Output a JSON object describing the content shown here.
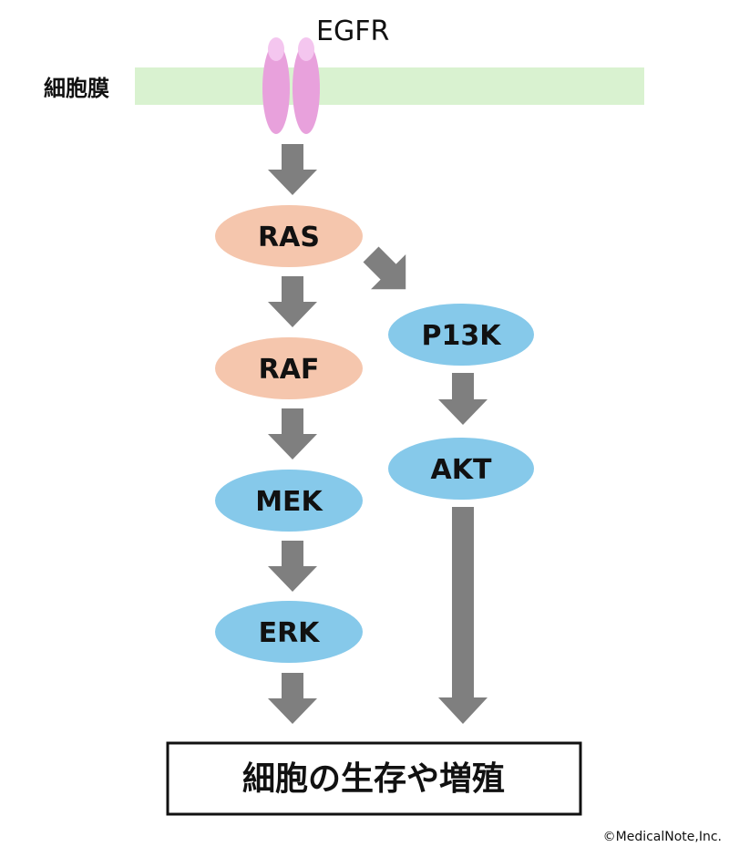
{
  "receptor": {
    "label": "EGFR"
  },
  "membrane": {
    "label": "細胞膜",
    "color": "#d9f2d0"
  },
  "colors": {
    "receptor": "#e8a1dc",
    "receptor_tip": "#f4c6ef",
    "ras_family": "#f5c6ad",
    "kinase": "#86c9ea",
    "arrow": "#7f7f7f"
  },
  "nodes": {
    "ras": "RAS",
    "raf": "RAF",
    "mek": "MEK",
    "erk": "ERK",
    "pi3k": "P13K",
    "akt": "AKT"
  },
  "outcome": {
    "label": "細胞の生存や増殖"
  },
  "credit": "©MedicalNote,Inc."
}
